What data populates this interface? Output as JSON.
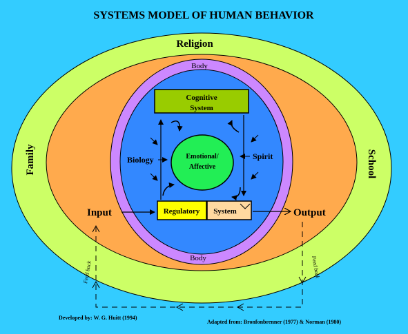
{
  "title": "SYSTEMS MODEL OF HUMAN BEHAVIOR",
  "rings": {
    "religion": "Religion",
    "family": "Family",
    "school": "School",
    "body_top": "Body",
    "body_bottom": "Body"
  },
  "boxes": {
    "cognitive_line1": "Cognitive",
    "cognitive_line2": "System",
    "regulatory": "Regulatory",
    "system": "System"
  },
  "center": {
    "line1": "Emotional/",
    "line2": "Affective"
  },
  "side_labels": {
    "biology": "Biology",
    "spirit": "Spirit",
    "input": "Input",
    "output": "Output",
    "feedback_left": "Feed back",
    "feedback_right": "Feed back"
  },
  "credits": {
    "developed": "Developed by: W. G. Huitt (1994)",
    "adapted": "Adapted from: Bronfonbrenner (1977) & Norman (1980)"
  },
  "colors": {
    "background": "#33ccff",
    "outer_ring": "#ccff66",
    "middle_ring": "#ffaa4d",
    "body_ring": "#cc88ff",
    "inner_core": "#3388ff",
    "cognitive_box": "#99cc00",
    "regulatory_box": "#ffff00",
    "system_box": "#ffd9a0",
    "emotional_circle": "#22ee55"
  }
}
